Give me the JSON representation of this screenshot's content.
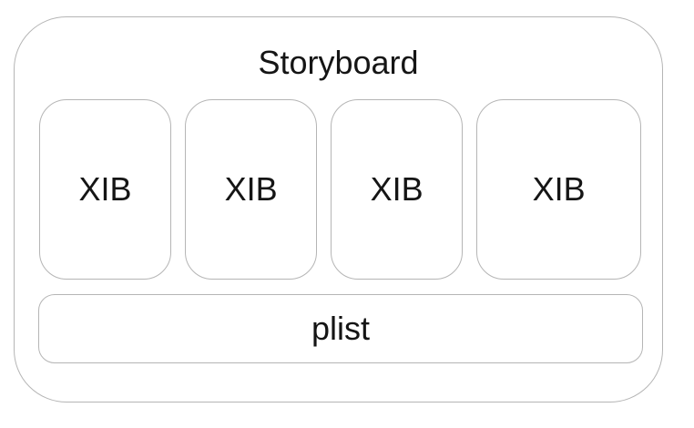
{
  "diagram": {
    "container_label": "Storyboard",
    "xib_boxes": [
      {
        "label": "XIB"
      },
      {
        "label": "XIB"
      },
      {
        "label": "XIB"
      },
      {
        "label": "XIB"
      }
    ],
    "plist_label": "plist",
    "colors": {
      "border": "#b5b5b5",
      "text": "#151515",
      "background": "#ffffff"
    }
  }
}
